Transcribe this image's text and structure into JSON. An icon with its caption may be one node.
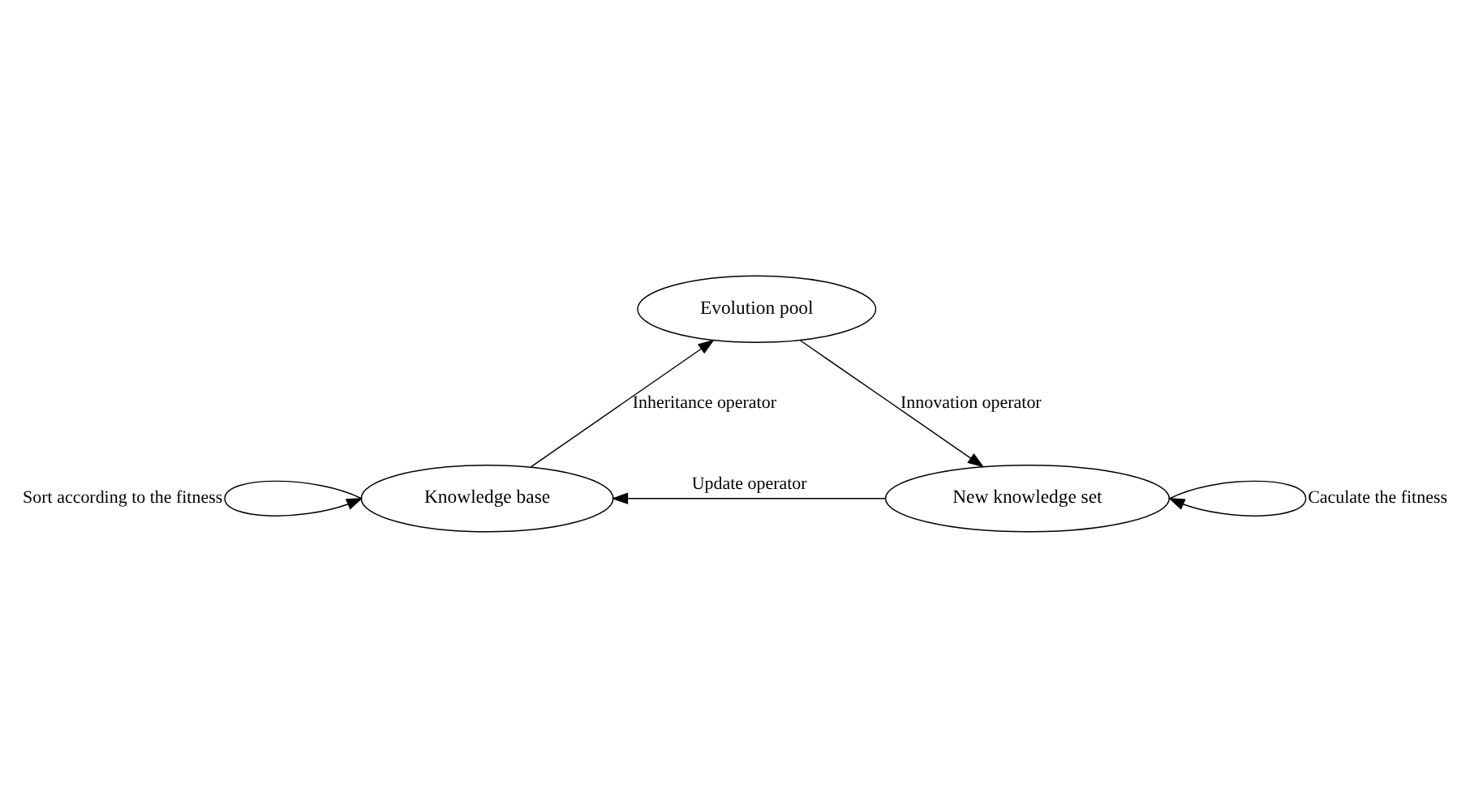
{
  "diagram": {
    "nodes": [
      {
        "text": [
          "Evolution pool"
        ]
      },
      {
        "text": [
          "New knowledge set"
        ]
      },
      {
        "text": [
          "Knowledge base"
        ]
      }
    ],
    "edges": [
      {
        "from": 2,
        "to": 0,
        "arrow": "to",
        "label": "Inheritance operator"
      },
      {
        "from": 0,
        "to": 1,
        "arrow": "to",
        "label": "Innovation operator"
      },
      {
        "from": 1,
        "to": 2,
        "arrow": "to",
        "label": "Update operator"
      },
      {
        "from": 1,
        "to": 1,
        "arrow": "to",
        "label": "Caculate the fitness"
      },
      {
        "from": 2,
        "to": 2,
        "arrow": "to",
        "label": "Sort according to the fitness"
      }
    ]
  }
}
